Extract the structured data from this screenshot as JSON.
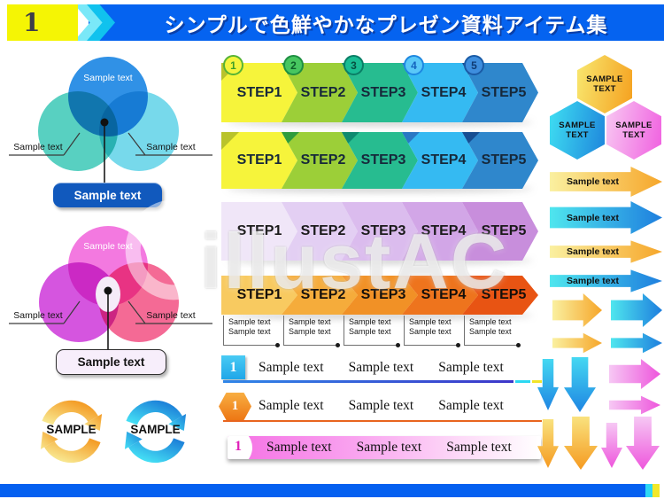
{
  "page": {
    "number": "1",
    "title": "シンプルで色鮮やかなプレゼン資料アイテム集",
    "watermark": "illustAC"
  },
  "colors": {
    "header_blue": "#0563F0",
    "header_yellow": "#F5F504",
    "header_cyan": "#10C2EE",
    "footer_blue": "#0560F0",
    "step_row_green_blue": [
      "#F6F43B",
      "#9CCF38",
      "#27BC90",
      "#35BAF2",
      "#2F87CC"
    ],
    "step_row_purple": [
      "#F0E6F8",
      "#E3CFF3",
      "#DBBCEE",
      "#D2A6E7",
      "#C88EDC"
    ],
    "step_row_orange": [
      "#F8CA60",
      "#F5AC3B",
      "#F19126",
      "#EE741D",
      "#E85413"
    ],
    "venn_blue_circles": [
      "#1E88E4",
      "#2EC4B2",
      "#55D0E6"
    ],
    "venn_pink_circles": [
      "#F266DC",
      "#CC2FD8",
      "#F2497E"
    ]
  },
  "venn_blue": {
    "top_label": "Sample text",
    "left_label": "Sample text",
    "right_label": "Sample text",
    "button_label": "Sample text"
  },
  "venn_pink": {
    "top_label": "Sample text",
    "left_label": "Sample text",
    "right_label": "Sample text",
    "button_label": "Sample text"
  },
  "steps": {
    "labels": [
      "STEP1",
      "STEP2",
      "STEP3",
      "STEP4",
      "STEP5"
    ],
    "badges": [
      "1",
      "2",
      "3",
      "4",
      "5"
    ],
    "sub_line1": "Sample text",
    "sub_line2": "Sample text"
  },
  "lists": [
    {
      "number": "1",
      "items": [
        "Sample text",
        "Sample text",
        "Sample text"
      ]
    },
    {
      "number": "1",
      "items": [
        "Sample text",
        "Sample text",
        "Sample text"
      ]
    },
    {
      "number": "1",
      "items": [
        "Sample text",
        "Sample text",
        "Sample text"
      ]
    }
  ],
  "hexagons": [
    {
      "line1": "SAMPLE",
      "line2": "TEXT"
    },
    {
      "line1": "SAMPLE",
      "line2": "TEXT"
    },
    {
      "line1": "SAMPLE",
      "line2": "TEXT"
    }
  ],
  "small_arrows": [
    {
      "label": "Sample text"
    },
    {
      "label": "Sample text"
    },
    {
      "label": "Sample text"
    },
    {
      "label": "Sample text"
    }
  ],
  "cycles": [
    {
      "label": "SAMPLE"
    },
    {
      "label": "SAMPLE"
    }
  ]
}
